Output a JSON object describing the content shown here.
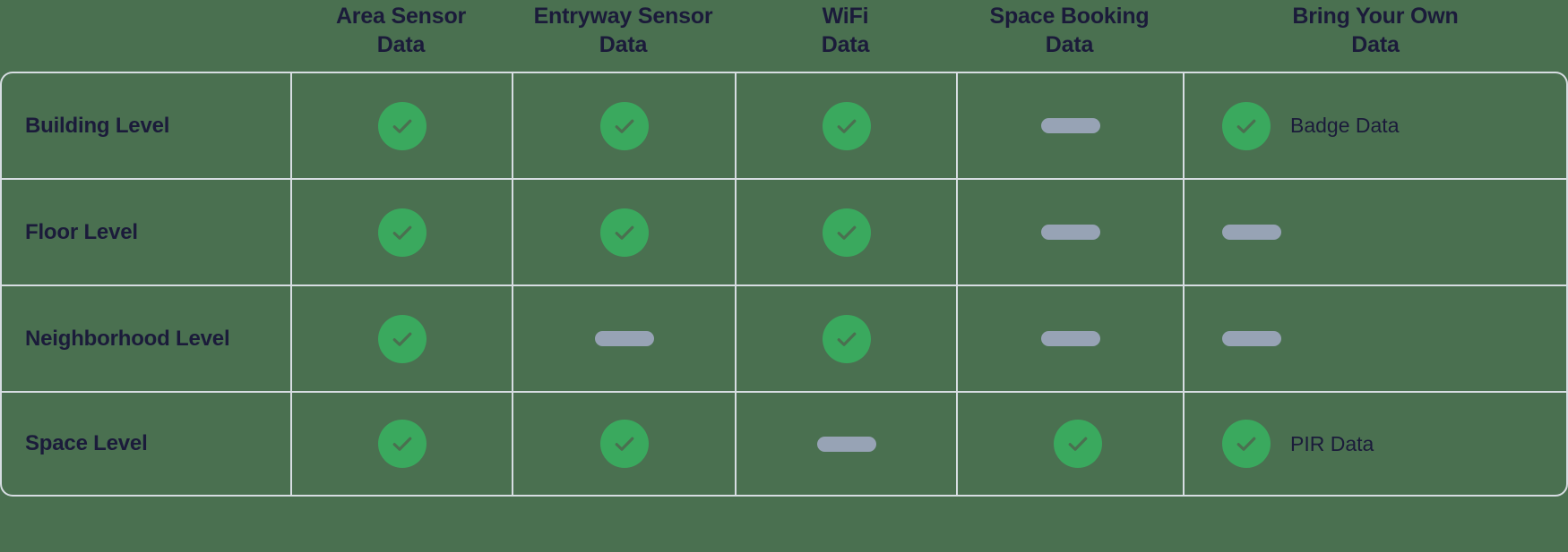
{
  "table": {
    "column_headers": [
      "",
      "Area Sensor\nData",
      "Entryway Sensor\nData",
      "WiFi\nData",
      "Space Booking\nData",
      "Bring Your Own\nData"
    ],
    "rows": [
      {
        "label": "Building Level",
        "cells": [
          {
            "icon": "check-icon",
            "status": "supported",
            "text": ""
          },
          {
            "icon": "check-icon",
            "status": "supported",
            "text": ""
          },
          {
            "icon": "check-icon",
            "status": "supported",
            "text": ""
          },
          {
            "icon": "dash-icon",
            "status": "not-supported",
            "text": ""
          },
          {
            "icon": "check-icon",
            "status": "supported",
            "text": "Badge Data"
          }
        ]
      },
      {
        "label": "Floor Level",
        "cells": [
          {
            "icon": "check-icon",
            "status": "supported",
            "text": ""
          },
          {
            "icon": "check-icon",
            "status": "supported",
            "text": ""
          },
          {
            "icon": "check-icon",
            "status": "supported",
            "text": ""
          },
          {
            "icon": "dash-icon",
            "status": "not-supported",
            "text": ""
          },
          {
            "icon": "dash-icon",
            "status": "not-supported",
            "text": ""
          }
        ]
      },
      {
        "label": "Neighborhood Level",
        "cells": [
          {
            "icon": "check-icon",
            "status": "supported",
            "text": ""
          },
          {
            "icon": "dash-icon",
            "status": "not-supported",
            "text": ""
          },
          {
            "icon": "check-icon",
            "status": "supported",
            "text": ""
          },
          {
            "icon": "dash-icon",
            "status": "not-supported",
            "text": ""
          },
          {
            "icon": "dash-icon",
            "status": "not-supported",
            "text": ""
          }
        ]
      },
      {
        "label": "Space Level",
        "cells": [
          {
            "icon": "check-icon",
            "status": "supported",
            "text": ""
          },
          {
            "icon": "check-icon",
            "status": "supported",
            "text": ""
          },
          {
            "icon": "dash-icon",
            "status": "not-supported",
            "text": ""
          },
          {
            "icon": "check-icon",
            "status": "supported",
            "text": ""
          },
          {
            "icon": "check-icon",
            "status": "supported",
            "text": "PIR Data"
          }
        ]
      }
    ]
  },
  "colors": {
    "background": "#4a7050",
    "grid_line": "#d7dde2",
    "check_circle": "#3aa95e",
    "dash_pill": "#97a3b5",
    "text_dark": "#1b1b3a"
  }
}
